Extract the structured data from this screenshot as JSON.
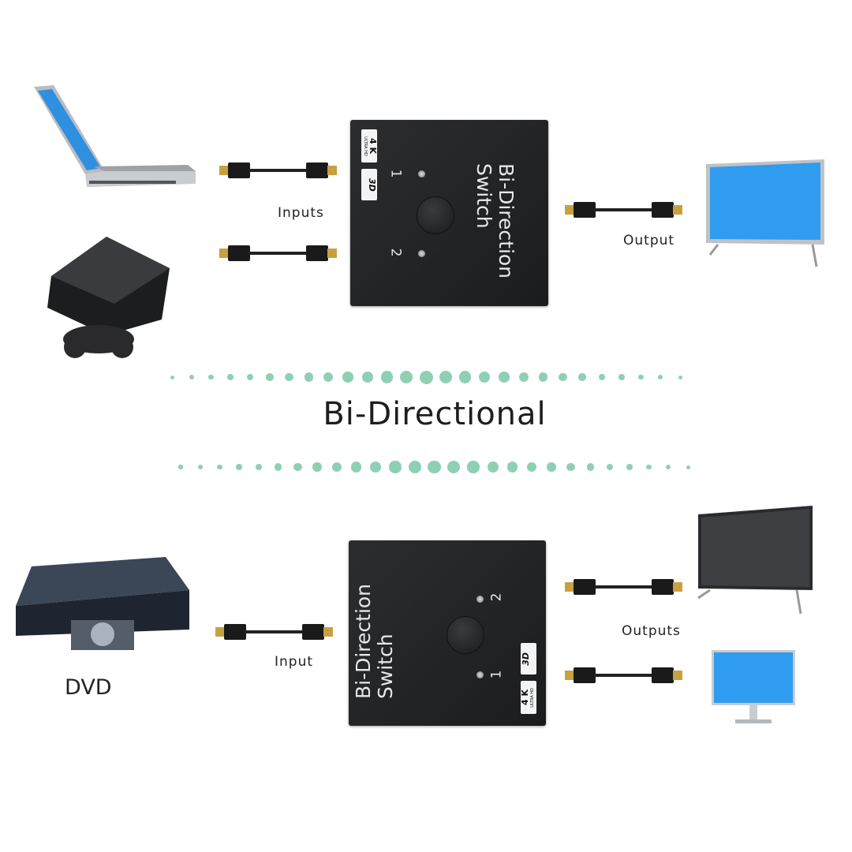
{
  "title": "Bi-Directional",
  "accent_color": "#8fd0b4",
  "top": {
    "switch_label": "Bi-Direction Switch",
    "switch_line1": "Bi-Direction",
    "switch_line2": "Switch",
    "badge_4k": "4 K",
    "badge_4k_sub": "ULTRA HD",
    "badge_3d": "3D",
    "port1": "1",
    "port2": "2",
    "inputs_label": "Inputs",
    "output_label": "Output",
    "devices": [
      "laptop",
      "game-console",
      "tv"
    ]
  },
  "bottom": {
    "switch_line1": "Bi-Direction",
    "switch_line2": "Switch",
    "badge_4k": "4 K",
    "badge_4k_sub": "ULTRA HD",
    "badge_3d": "3D",
    "port1": "1",
    "port2": "2",
    "input_label": "Input",
    "outputs_label": "Outputs",
    "dvd_label": "DVD",
    "devices": [
      "dvd-player",
      "tv",
      "monitor"
    ]
  }
}
